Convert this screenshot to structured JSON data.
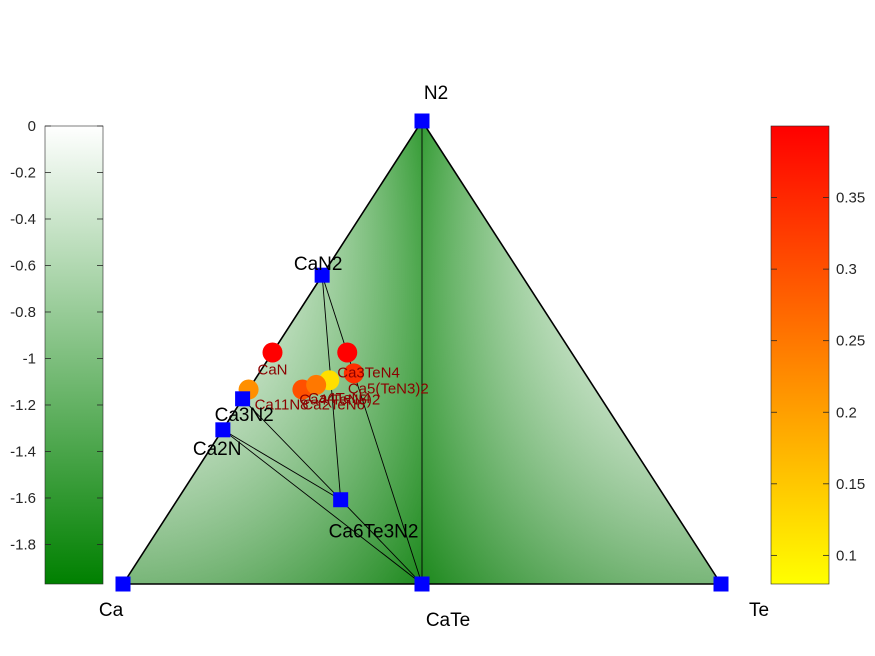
{
  "chart_data": {
    "type": "ternary phase diagram",
    "corners": {
      "left": "Ca",
      "right": "Te",
      "top": "N2"
    },
    "stable_phases": [
      {
        "name": "Ca",
        "x": 0.0,
        "y": 0.0,
        "energy": 0
      },
      {
        "name": "Te",
        "x": 1.0,
        "y": 0.0,
        "energy": 0
      },
      {
        "name": "N2",
        "x": 0.5,
        "y": 1.0,
        "energy": 0
      },
      {
        "name": "CaTe",
        "x": 0.5,
        "y": 0.0,
        "energy": -1.97
      },
      {
        "name": "CaN2",
        "x": 0.333,
        "y": 0.667,
        "energy": -0.64
      },
      {
        "name": "Ca3N2",
        "x": 0.2,
        "y": 0.4,
        "energy": -1.17
      },
      {
        "name": "Ca2N",
        "x": 0.167,
        "y": 0.333,
        "energy": -1.3
      },
      {
        "name": "Ca6Te3N2",
        "x": 0.364,
        "y": 0.182,
        "energy": -1.6
      }
    ],
    "unstable_phases": [
      {
        "name": "CaN",
        "x": 0.25,
        "y": 0.5,
        "e_above_hull": 0.4
      },
      {
        "name": "Ca3TeN4",
        "x": 0.375,
        "y": 0.5,
        "e_above_hull": 0.4
      },
      {
        "name": "Ca5(TeN3)2",
        "x": 0.386,
        "y": 0.455,
        "e_above_hull": 0.34
      },
      {
        "name": "Ca4(TeN5)2",
        "x": 0.345,
        "y": 0.44,
        "e_above_hull": 0.12
      },
      {
        "name": "Ca2TeN6",
        "x": 0.3,
        "y": 0.42,
        "e_above_hull": 0.3
      },
      {
        "name": "Ca4TeN4",
        "x": 0.323,
        "y": 0.43,
        "e_above_hull": 0.25
      },
      {
        "name": "Ca11N8",
        "x": 0.21,
        "y": 0.42,
        "e_above_hull": 0.22
      }
    ],
    "tie_lines": [
      [
        "Ca",
        "Te"
      ],
      [
        "Ca",
        "N2"
      ],
      [
        "Te",
        "N2"
      ],
      [
        "N2",
        "CaTe"
      ],
      [
        "CaN2",
        "CaTe"
      ],
      [
        "CaN2",
        "Ca6Te3N2"
      ],
      [
        "CaN2",
        "Ca3N2"
      ],
      [
        "Ca3N2",
        "Ca6Te3N2"
      ],
      [
        "Ca3N2",
        "Ca2N"
      ],
      [
        "Ca2N",
        "Ca6Te3N2"
      ],
      [
        "Ca2N",
        "CaTe"
      ],
      [
        "Ca6Te3N2",
        "CaTe"
      ]
    ],
    "formation_energy_colorbar": {
      "ticks": [
        0,
        -0.2,
        -0.4,
        -0.6,
        -0.8,
        -1,
        -1.2,
        -1.4,
        -1.6,
        -1.8
      ],
      "range": [
        -1.97,
        0
      ],
      "colors": [
        "#ffffff",
        "#008000"
      ]
    },
    "e_above_hull_colorbar": {
      "ticks": [
        0.35,
        0.3,
        0.25,
        0.2,
        0.15,
        0.1
      ],
      "range": [
        0.08,
        0.4
      ],
      "colors": [
        "#ffff00",
        "#ff0000"
      ]
    },
    "vertex_marker_color": "#0000ff"
  }
}
